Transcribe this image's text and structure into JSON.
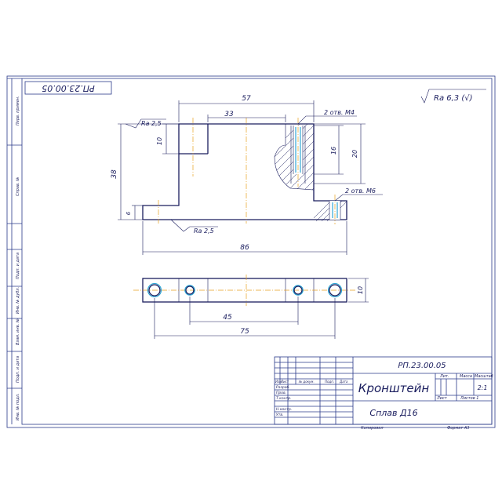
{
  "roughness_general": {
    "label": "Ra 6,3 (√)"
  },
  "roughness_marks": [
    "Ra 2,5",
    "Ra 2,5"
  ],
  "corner_code": "РП.23.00.05",
  "dimensions": {
    "top_width": "57",
    "boss_width": "33",
    "step_height": "10",
    "total_height": "38",
    "base_thickness": "6",
    "total_length": "86",
    "hole_depth": "16",
    "hole_region": "20",
    "plan_width": "10",
    "hole_spacing_inner": "45",
    "hole_spacing_outer": "75"
  },
  "callouts": {
    "thread_m4": "2 отв. М4",
    "thread_m6": "2 отв. М6"
  },
  "left_strip_labels": [
    "Перв. примен.",
    "Справ. №",
    "Подп. и дата",
    "Инв. № дубл.",
    "Взам. инв. №",
    "Подп. и дата",
    "Инв. № подл."
  ],
  "title_block": {
    "designation": "РП.23.00.05",
    "part_name": "Кронштейн",
    "material": "Сплав Д16",
    "col_headers": {
      "lit": "Лит.",
      "mass": "Масса",
      "scale": "Масштаб"
    },
    "scale_value": "2:1",
    "sheet": "Лист",
    "sheets": "Листов 1",
    "row_headers": [
      "Изм.",
      "Лист",
      "№ докум.",
      "Подп.",
      "Дата"
    ],
    "roles": [
      "Разраб.",
      "Пров.",
      "Т.контр.",
      "",
      "Н.контр.",
      "Утв."
    ],
    "copied": "Копировал",
    "format": "Формат А3"
  }
}
